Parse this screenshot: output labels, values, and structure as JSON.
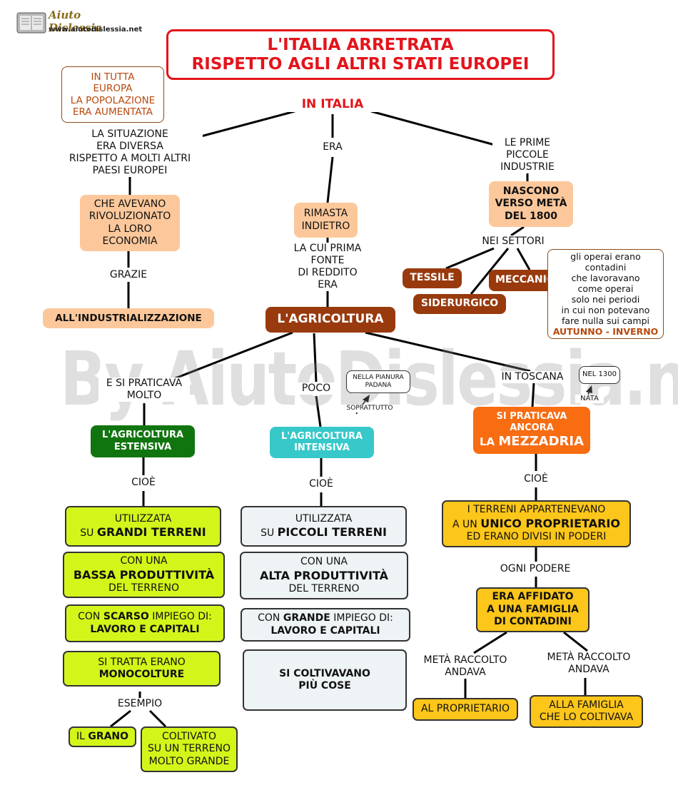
{
  "logo": {
    "name": "Aiuto Dislessia",
    "url": "www.aiutodislessia.net"
  },
  "title": {
    "line1": "L'ITALIA ARRETRATA",
    "line2": "RISPETTO AGLI ALTRI STATI EUROPEI"
  },
  "watermark": "By AiutoDislessia.net",
  "colors": {
    "title_red": "#e3141b",
    "brown": "#983a0d",
    "peach": "#fcc89b",
    "green": "#11750f",
    "cyan": "#37c8c9",
    "orange": "#f86c12",
    "lime": "#d4f51a",
    "pale": "#eef3f6",
    "gold": "#fcc61a"
  },
  "diagram": {
    "root": "IN ITALIA",
    "europe_note": [
      "IN TUTTA",
      "EUROPA",
      "LA POPOLAZIONE",
      "ERA AUMENTATA"
    ],
    "left": {
      "label": [
        "LA SITUAZIONE",
        "ERA DIVERSA",
        "RISPETTO A MOLTI ALTRI",
        "PAESI EUROPEI"
      ],
      "box": [
        "CHE AVEVANO",
        "RIVOLUZIONATO",
        "LA LORO",
        "ECONOMIA"
      ],
      "link": "GRAZIE",
      "result": "ALL'INDUSTRIALIZZAZIONE"
    },
    "center": {
      "link": "ERA",
      "box": [
        "RIMASTA",
        "INDIETRO"
      ],
      "link2": [
        "LA CUI PRIMA",
        "FONTE",
        "DI REDDITO",
        "ERA"
      ],
      "agri": "L'AGRICOLTURA"
    },
    "right": {
      "label": [
        "LE PRIME",
        "PICCOLE",
        "INDUSTRIE"
      ],
      "box": [
        "NASCONO",
        "VERSO METÀ",
        "DEL 1800"
      ],
      "link": "NEI SETTORI",
      "sectors": [
        "TESSILE",
        "SIDERURGICO",
        "MECCANICO"
      ],
      "note": [
        "gli operai erano",
        "contadini",
        "che lavoravano",
        "come operai",
        "solo nei periodi",
        "in cui non potevano",
        "fare nulla sui campi"
      ],
      "note_bold": "AUTUNNO - INVERNO"
    },
    "extensive": {
      "link": [
        "E SI PRATICAVA",
        "MOLTO"
      ],
      "box": [
        "L'AGRICOLTURA",
        "ESTENSIVA"
      ],
      "cioe": "CIOÈ",
      "b1": {
        "pre": "UTILIZZATA",
        "small": "SU ",
        "bold": "GRANDI TERRENI"
      },
      "b2": {
        "pre": "CON UNA",
        "bold": "BASSA PRODUTTIVITÀ",
        "post": "DEL TERRENO"
      },
      "b3": {
        "pre": "CON ",
        "bold": "SCARSO",
        "mid": " IMPIEGO DI:",
        "line2": "LAVORO E CAPITALI"
      },
      "b4": {
        "pre": "SI TRATTA ERANO",
        "bold": "MONOCOLTURE"
      },
      "esempio": "ESEMPIO",
      "ex1": {
        "pre": "IL ",
        "bold": "GRANO"
      },
      "ex2": [
        "COLTIVATO",
        "SU UN TERRENO",
        "MOLTO GRANDE"
      ]
    },
    "intensive": {
      "link": "POCO",
      "note": [
        "NELLA PIANURA",
        "PADANA"
      ],
      "note_link": "SOPRATTUTTO",
      "box": [
        "L'AGRICOLTURA",
        "INTENSIVA"
      ],
      "cioe": "CIOÈ",
      "b1": {
        "pre": "UTILIZZATA",
        "small": "SU ",
        "bold": "PICCOLI TERRENI"
      },
      "b2": {
        "pre": "CON  UNA",
        "bold": "ALTA PRODUTTIVITÀ",
        "post": "DEL TERRENO"
      },
      "b3": {
        "pre": "CON ",
        "bold": "GRANDE",
        "mid": " IMPIEGO DI:",
        "line2": "LAVORO E CAPITALI"
      },
      "b4": [
        "SI COLTIVAVANO",
        "PIÙ COSE"
      ]
    },
    "tuscany": {
      "link": "IN TOSCANA",
      "note": "NEL 1300",
      "note_link": "NATA",
      "box": {
        "l1": "SI PRATICAVA",
        "l2": "ANCORA",
        "l3a": "LA ",
        "l3b": "MEZZADRIA"
      },
      "cioe": "CIOÈ",
      "b1": {
        "l1": "I TERRENI APPARTENEVANO",
        "l2a": "A UN ",
        "l2b": "UNICO PROPRIETARIO",
        "l3": "ED ERANO DIVISI IN PODERI"
      },
      "link2": "OGNI PODERE",
      "b2": [
        "ERA AFFIDATO",
        "A UNA FAMIGLIA",
        "DI CONTADINI"
      ],
      "half_left": [
        "METÀ RACCOLTO",
        "ANDAVA"
      ],
      "half_right": [
        "METÀ RACCOLTO",
        "ANDAVA"
      ],
      "r1": "AL PROPRIETARIO",
      "r2": [
        "ALLA FAMIGLIA",
        "CHE LO COLTIVAVA"
      ]
    }
  }
}
